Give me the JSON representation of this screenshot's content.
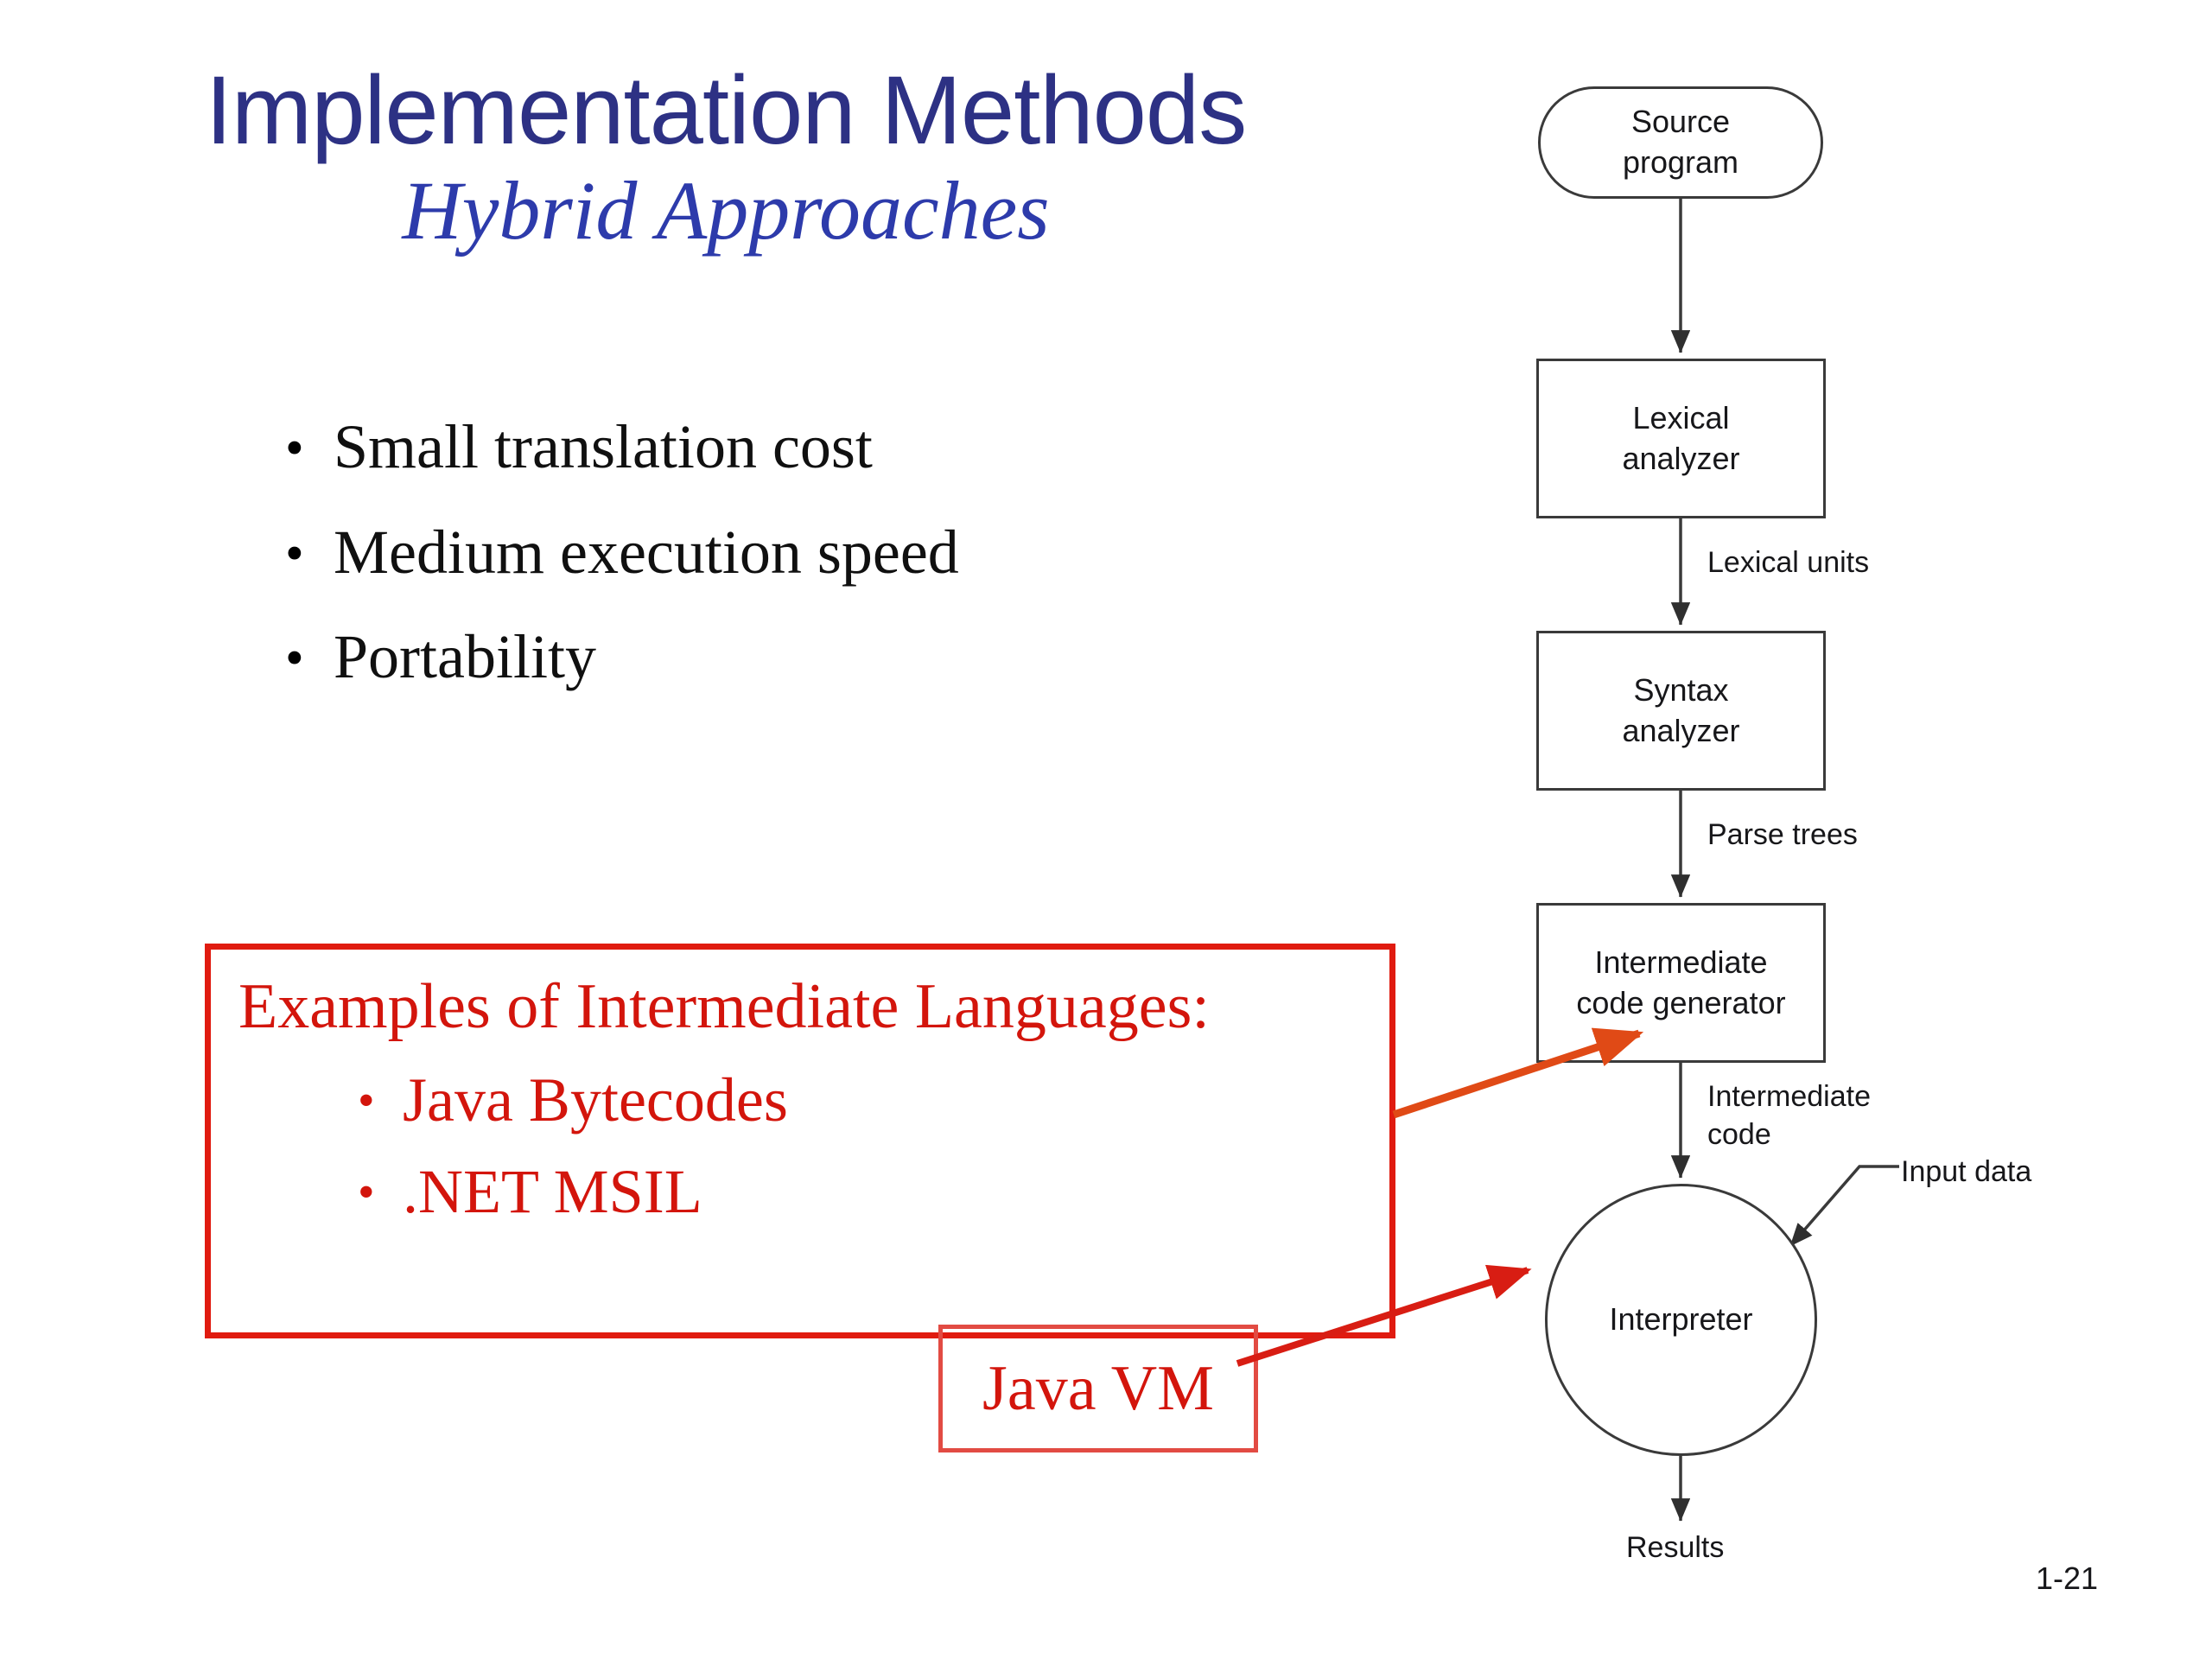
{
  "slide": {
    "title": "Implementation Methods",
    "subtitle": "Hybrid Approaches",
    "page_number": "1-21"
  },
  "bullets": [
    {
      "marker": "•",
      "text": "Small translation cost"
    },
    {
      "marker": "•",
      "text": "Medium execution speed"
    },
    {
      "marker": "•",
      "text": "Portability"
    }
  ],
  "callout": {
    "heading": "Examples of Intermediate Languages:",
    "items": [
      {
        "marker": "•",
        "text": "Java Bytecodes"
      },
      {
        "marker": "•",
        "text": ".NET MSIL"
      }
    ],
    "annotation_box_label": "Java VM",
    "border_color": "#e01b10",
    "text_color": "#d3150c",
    "arrow_colors": [
      "#e04a16",
      "#d81d13"
    ]
  },
  "flowchart": {
    "nodes": [
      {
        "id": "source",
        "label": "Source\nprogram",
        "shape": "stadium"
      },
      {
        "id": "lexical",
        "label": "Lexical\nanalyzer",
        "shape": "rect"
      },
      {
        "id": "syntax",
        "label": "Syntax\nanalyzer",
        "shape": "rect"
      },
      {
        "id": "icg",
        "label": "Intermediate\ncode generator",
        "shape": "rect"
      },
      {
        "id": "interpreter",
        "label": "Interpreter",
        "shape": "circle"
      }
    ],
    "edge_labels": [
      {
        "id": "lexical-units",
        "text": "Lexical units"
      },
      {
        "id": "parse-trees",
        "text": "Parse trees"
      },
      {
        "id": "intermediate-code",
        "text": "Intermediate code"
      },
      {
        "id": "input-data",
        "text": "Input data"
      },
      {
        "id": "results",
        "text": "Results"
      }
    ],
    "stroke_color": "#3a3a3a"
  },
  "theme": {
    "title_color": "#2d3184",
    "subtitle_color": "#2d3bab",
    "body_text_color": "#101010",
    "background": "#ffffff"
  }
}
